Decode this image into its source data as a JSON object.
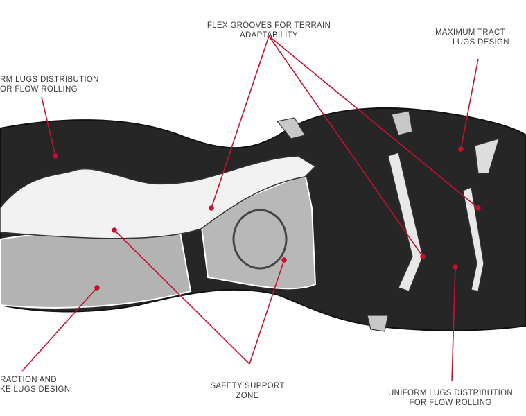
{
  "title": "Outsole features",
  "colors": {
    "leader": "#c8102e",
    "rubber_dark": "#262626",
    "rubber_gray": "#b3b3b3",
    "midfoot_white": "#f2f2f2"
  },
  "labels": {
    "flex_grooves": {
      "line1": "FLEX GROOVES FOR TERRAIN",
      "line2": "ADAPTABILITY"
    },
    "max_traction": {
      "line1": "MAXIMUM TRACT",
      "line2": "LUGS DESIGN"
    },
    "uniform_top_left": {
      "line1": "RM LUGS DISTRIBUTION",
      "line2": "OR FLOW ROLLING"
    },
    "traction_bottom_left": {
      "line1": "RACTION AND",
      "line2": "KE LUGS DESIGN"
    },
    "safety_support": {
      "line1": "SAFETY SUPPORT",
      "line2": "ZONE"
    },
    "uniform_bottom_right": {
      "line1": "UNIFORM LUGS DISTRIBUTION",
      "line2": "FOR FLOW ROLLING"
    }
  }
}
